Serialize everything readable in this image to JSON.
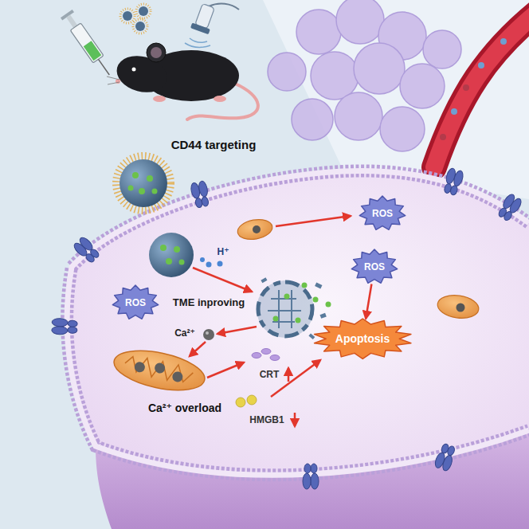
{
  "diagram": {
    "nodes": [
      {
        "text": [
          "ROS"
        ]
      },
      {
        "text": [
          "ROS"
        ]
      },
      {
        "text": [
          "ROS"
        ]
      },
      {
        "text": [
          "Apoptosis"
        ]
      }
    ],
    "edges": [
      {
        "from": 1,
        "to": 3,
        "arrow": "to"
      }
    ],
    "labels": [
      "CD44 targeting",
      "H⁺",
      "TME inproving",
      "Ca²⁺",
      "CRT",
      "Ca²⁺ overload",
      "HMGB1"
    ]
  }
}
